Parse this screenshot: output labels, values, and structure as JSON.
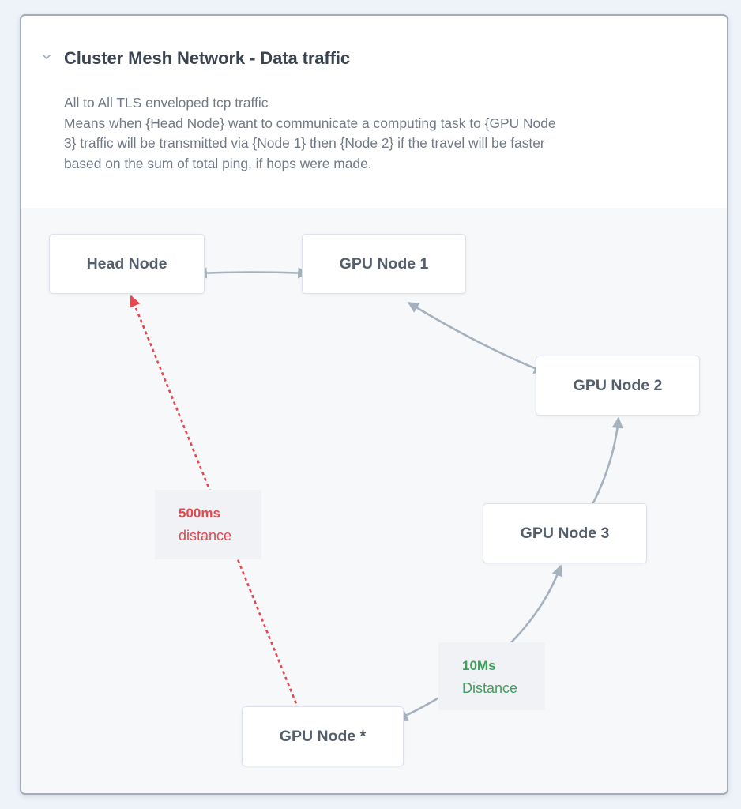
{
  "panel": {
    "title": "Cluster Mesh Network - Data traffic",
    "collapse_icon": "chevron-down-icon",
    "description": [
      "All to All TLS enveloped tcp traffic",
      "Means when {Head Node} want to communicate a computing task to {GPU Node",
      "3} traffic will be transmitted via {Node 1} then {Node 2} if the travel will be faster",
      "based on the sum of total ping, if hops were made."
    ]
  },
  "diagram": {
    "nodes": [
      {
        "id": "head",
        "label": "Head Node"
      },
      {
        "id": "gpu1",
        "label": "GPU Node 1"
      },
      {
        "id": "gpu2",
        "label": "GPU Node 2"
      },
      {
        "id": "gpu3",
        "label": "GPU Node 3"
      },
      {
        "id": "gpustar",
        "label": "GPU Node *"
      }
    ],
    "edges": [
      {
        "from": "head",
        "to": "gpu1",
        "style": "solid",
        "direction": "both"
      },
      {
        "from": "gpu1",
        "to": "gpu2",
        "style": "solid",
        "direction": "both"
      },
      {
        "from": "gpu2",
        "to": "gpu3",
        "style": "solid",
        "direction": "both"
      },
      {
        "from": "gpu3",
        "to": "gpustar",
        "style": "solid",
        "direction": "both",
        "label": "fast"
      },
      {
        "from": "head",
        "to": "gpustar",
        "style": "dotted",
        "direction": "both",
        "label": "slow"
      }
    ],
    "labels": {
      "slow": {
        "value": "500ms",
        "unit_text": "distance",
        "color": "#e5484d"
      },
      "fast": {
        "value": "10Ms",
        "unit_text": "Distance",
        "color": "#3fa25a"
      }
    },
    "colors": {
      "edge": "#a5b1bd",
      "edge_dotted": "#e5484d",
      "node_text": "#555f6c",
      "title_text": "#3b4451",
      "description_text": "#717a86"
    }
  }
}
